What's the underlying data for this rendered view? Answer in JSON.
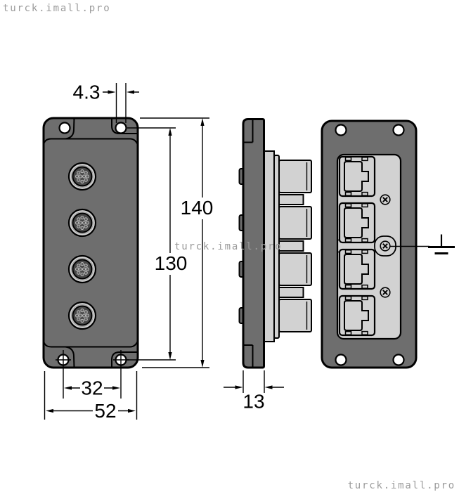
{
  "watermarks": {
    "top_left": "turck.imall.pro",
    "middle": "turck.imall.pro",
    "bottom_right": "turck.imall.pro"
  },
  "dimensions": {
    "hole_diameter": "4.3",
    "overall_height": "140",
    "hole_spacing_vertical": "130",
    "hole_spacing_horizontal": "32",
    "overall_width": "52",
    "depth": "13"
  },
  "colors": {
    "background": "#ffffff",
    "body_gray": "#6e6e6e",
    "light_gray": "#d2d2d2",
    "socket_gray": "#474747",
    "outline": "#000000",
    "watermark_gray": "#9b9b9b"
  }
}
